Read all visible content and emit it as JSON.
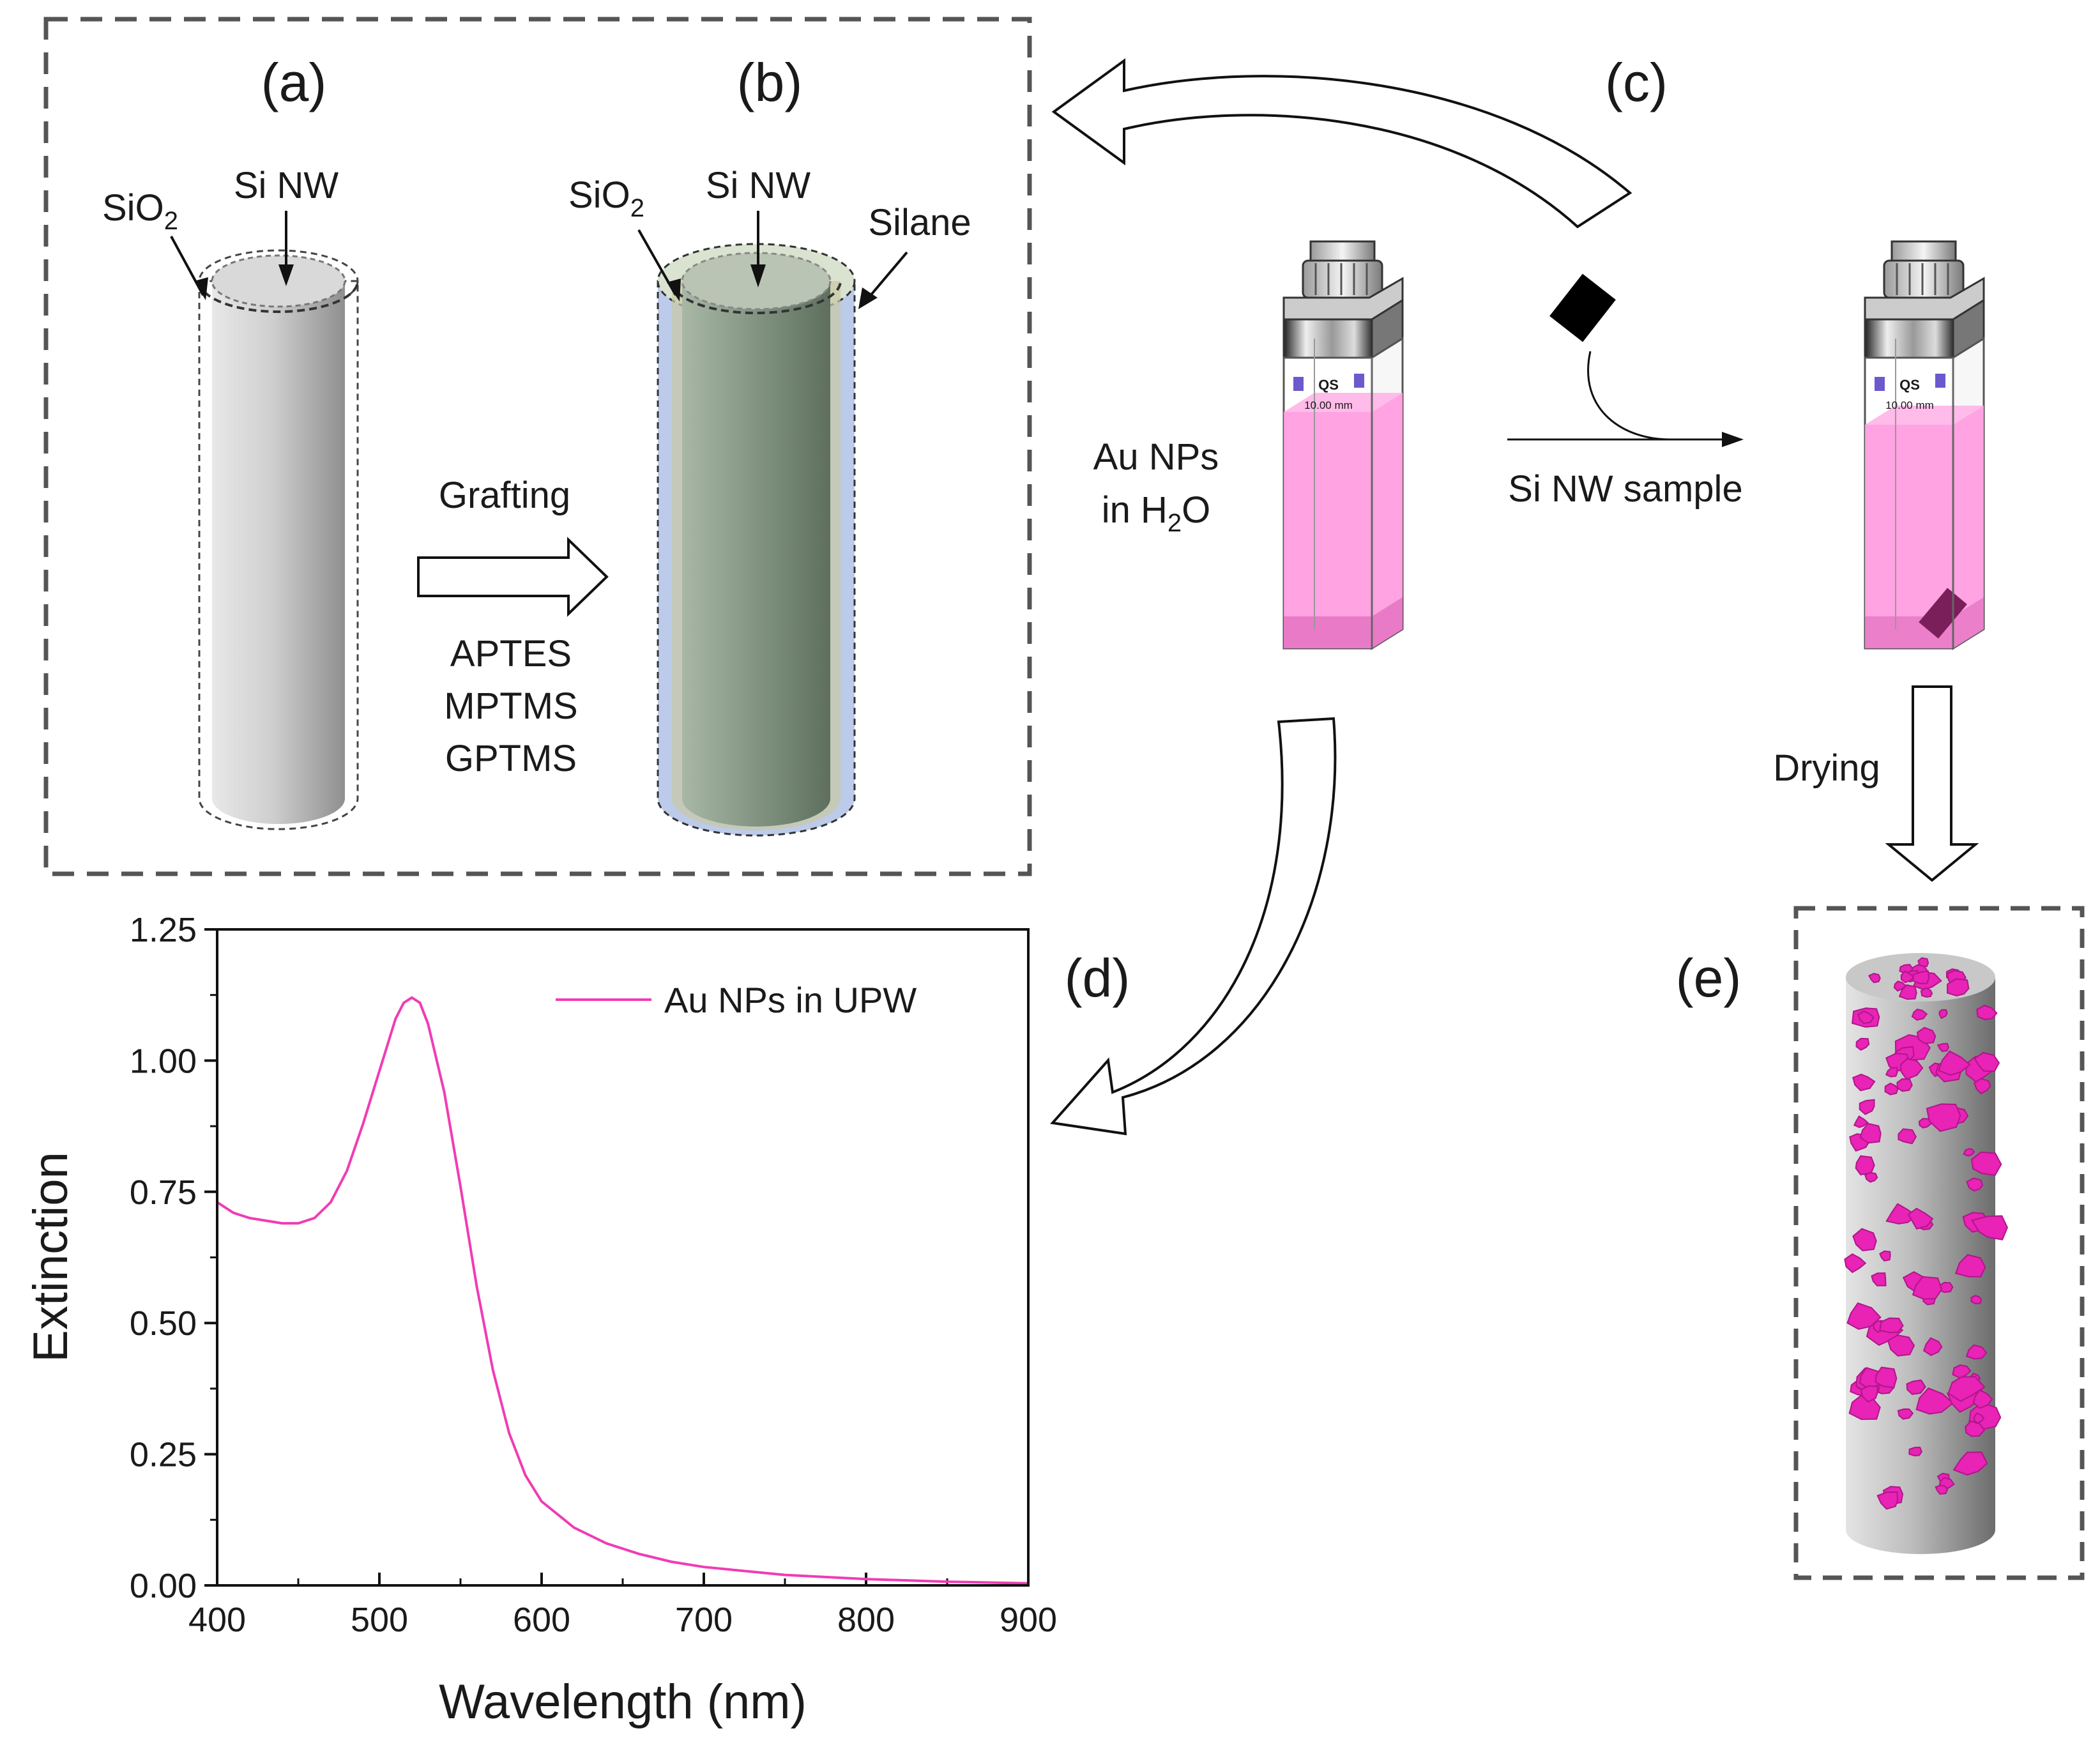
{
  "panels": {
    "a": "(a)",
    "b": "(b)",
    "c": "(c)",
    "d": "(d)",
    "e": "(e)"
  },
  "nanowire_labels": {
    "sio2_a": "SiO",
    "sio2_a_sub": "2",
    "si_nw_a": "Si NW",
    "sio2_b": "SiO",
    "sio2_b_sub": "2",
    "si_nw_b": "Si NW",
    "silane": "Silane"
  },
  "grafting": {
    "title": "Grafting",
    "agents": [
      "APTES",
      "MPTMS",
      "GPTMS"
    ]
  },
  "cuvette": {
    "solution_line1": "Au NPs",
    "solution_line2_pre": "in H",
    "solution_line2_sub": "2",
    "solution_line2_post": "O",
    "brand": "QS",
    "path_length": "10.00 mm",
    "step_label": "Si NW sample"
  },
  "drying_label": "Drying",
  "colors": {
    "spectrum": "#f03cb4",
    "solution": "#ff9ee0",
    "nanoparticle": "#e823b6",
    "silane_shell": "#b8c8ec",
    "wire_gray": "#c8c8c8",
    "wire_green": "#7f917e",
    "dashed_box": "#555555"
  },
  "chart_data": {
    "type": "line",
    "xlabel": "Wavelength (nm)",
    "ylabel": "Extinction",
    "xlim": [
      400,
      900
    ],
    "ylim": [
      0,
      1.25
    ],
    "xticks": [
      "400",
      "500",
      "600",
      "700",
      "800",
      "900"
    ],
    "yticks": [
      "0.00",
      "0.25",
      "0.50",
      "0.75",
      "1.00",
      "1.25"
    ],
    "legend_position": "top-right",
    "series": [
      {
        "name": "Au NPs in UPW",
        "x": [
          400,
          410,
          420,
          430,
          440,
          450,
          460,
          470,
          480,
          490,
          500,
          505,
          510,
          515,
          520,
          525,
          530,
          540,
          550,
          560,
          570,
          580,
          590,
          600,
          620,
          640,
          660,
          680,
          700,
          750,
          800,
          850,
          900
        ],
        "y": [
          0.73,
          0.71,
          0.7,
          0.695,
          0.69,
          0.69,
          0.7,
          0.73,
          0.79,
          0.88,
          0.98,
          1.03,
          1.08,
          1.11,
          1.12,
          1.11,
          1.07,
          0.94,
          0.76,
          0.57,
          0.41,
          0.29,
          0.21,
          0.16,
          0.11,
          0.08,
          0.06,
          0.045,
          0.035,
          0.02,
          0.012,
          0.007,
          0.004
        ]
      }
    ]
  }
}
